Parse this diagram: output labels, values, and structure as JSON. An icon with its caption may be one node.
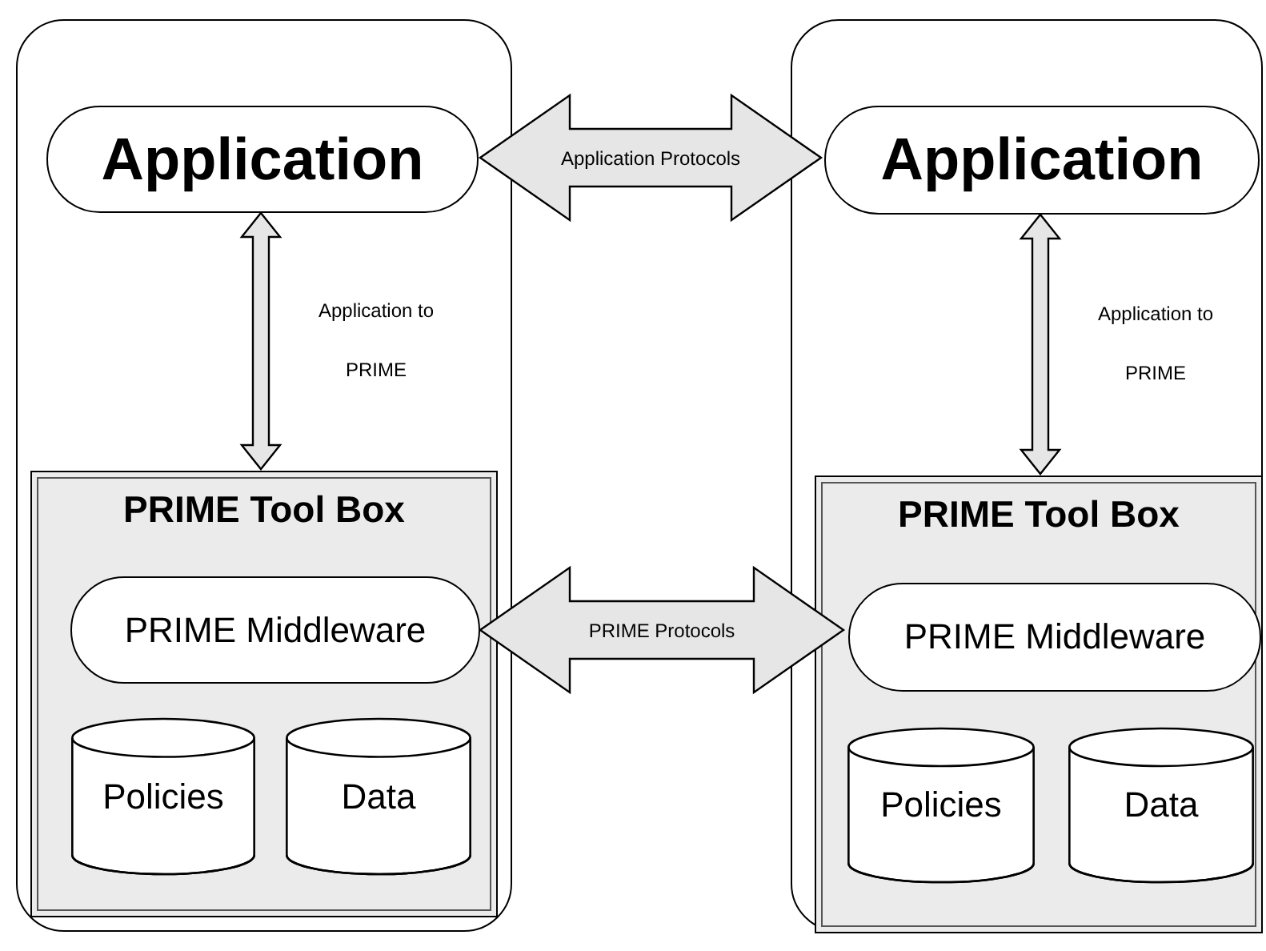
{
  "diagram": {
    "nodes": [
      {
        "text": [],
        "shape": "box"
      },
      {
        "text": [
          "Application"
        ],
        "in": 0
      },
      {
        "text": [
          "PRIME Tool Box"
        ],
        "in": 0
      },
      {
        "text": [
          "PRIME Middleware"
        ],
        "in": 2
      },
      {
        "text": [
          "Policies"
        ],
        "in": 2
      },
      {
        "text": [
          "Data"
        ],
        "in": 2
      },
      {
        "text": [],
        "shape": "box"
      },
      {
        "text": [
          "Application"
        ],
        "in": 6
      },
      {
        "text": [
          "PRIME Tool Box"
        ],
        "in": 6
      },
      {
        "text": [
          "PRIME Middleware"
        ],
        "in": 8
      },
      {
        "text": [
          "Policies"
        ],
        "in": 8
      },
      {
        "text": [
          "Data"
        ],
        "in": 8
      }
    ],
    "edges": [
      {
        "from": 1,
        "to": 7,
        "arrow": "both",
        "label": "Application Protocols"
      },
      {
        "from": 1,
        "to": 2,
        "arrow": "both",
        "label": "Application to PRIME"
      },
      {
        "from": 3,
        "to": 9,
        "arrow": "both",
        "label": "PRIME Protocols"
      },
      {
        "from": 7,
        "to": 8,
        "arrow": "both",
        "label": "Application to PRIME"
      }
    ]
  }
}
